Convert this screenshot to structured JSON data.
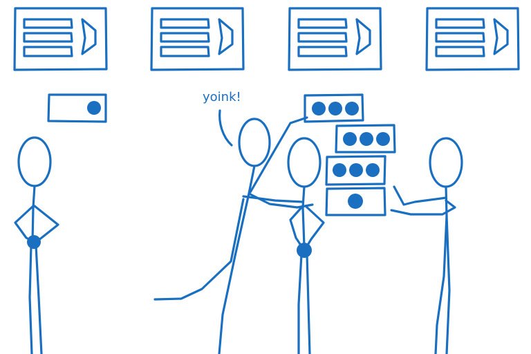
{
  "scene": {
    "speech": "yoink!",
    "ink_color": "#1a6fc1",
    "servers": 4,
    "server_icon": "server-rack-icon",
    "people": 4,
    "queue_dots": [
      1,
      3,
      3,
      3,
      1
    ]
  }
}
